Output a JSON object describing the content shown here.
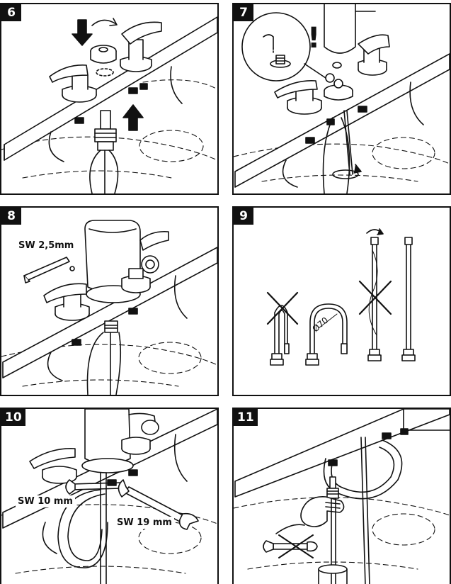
{
  "steps": [
    {
      "number": "6"
    },
    {
      "number": "7",
      "warning_glyph": "!"
    },
    {
      "number": "8",
      "tool_label": "SW 2,5mm"
    },
    {
      "number": "9",
      "hose_bend_label": "Ø70"
    },
    {
      "number": "10",
      "wrench_label_1": "SW 10 mm",
      "wrench_label_2": "SW 19 mm"
    },
    {
      "number": "11"
    }
  ],
  "colors": {
    "line": "#111111",
    "background": "#ffffff",
    "badge": "#111111"
  },
  "icons": [
    "arrow-down-icon",
    "arrow-up-icon",
    "rotate-icon",
    "warning-icon",
    "hex-key-icon",
    "cross-mark-icon",
    "wrench-icon",
    "hand-icon"
  ]
}
